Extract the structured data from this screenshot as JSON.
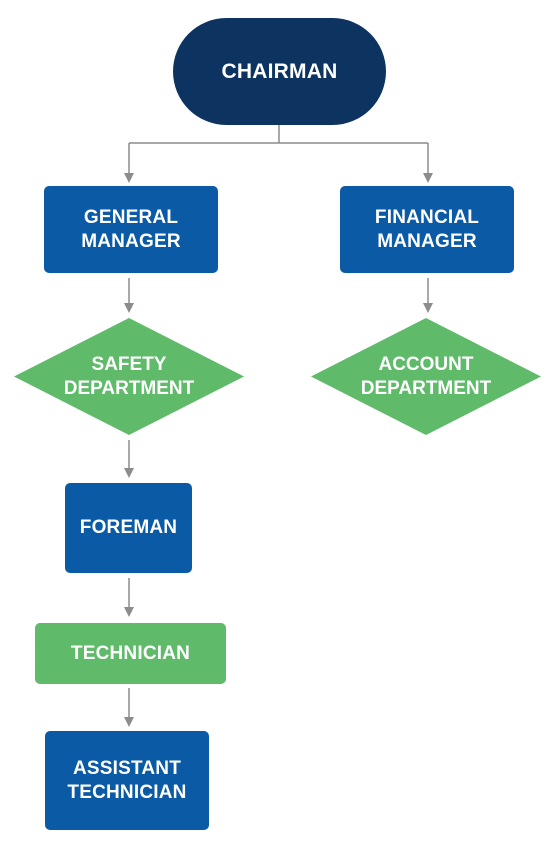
{
  "nodes": {
    "chairman": "CHAIRMAN",
    "general_manager": [
      "GENERAL",
      "MANAGER"
    ],
    "financial_manager": [
      "FINANCIAL",
      "MANAGER"
    ],
    "safety_department": [
      "SAFETY",
      "DEPARTMENT"
    ],
    "account_department": [
      "ACCOUNT",
      "DEPARTMENT"
    ],
    "foreman": "FOREMAN",
    "technician": "TECHNICIAN",
    "assistant_technician": [
      "ASSISTANT",
      "TECHNICIAN"
    ]
  },
  "colors": {
    "dark_navy": "#0d3461",
    "blue": "#0b5aa6",
    "green": "#5fba6a",
    "connector": "#8c8c8c"
  }
}
